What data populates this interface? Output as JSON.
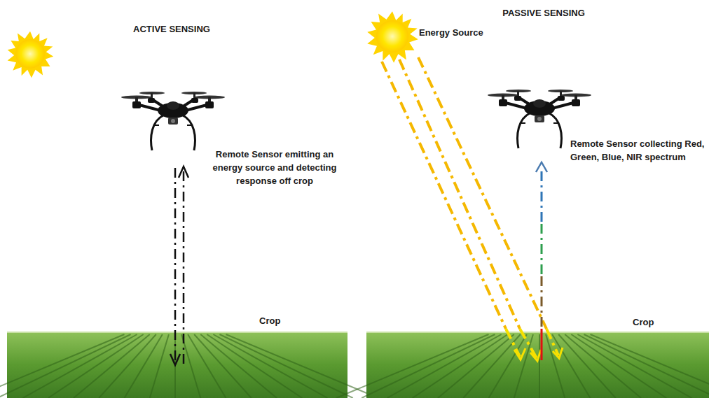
{
  "diagram": {
    "labels": [
      "ACTIVE SENSING",
      "PASSIVE SENSING",
      "Energy Source",
      "Remote Sensor emitting an energy source and detecting response off crop",
      "Remote Sensor collecting Red, Green, Blue, NIR spectrum",
      "Crop",
      "Crop"
    ]
  }
}
